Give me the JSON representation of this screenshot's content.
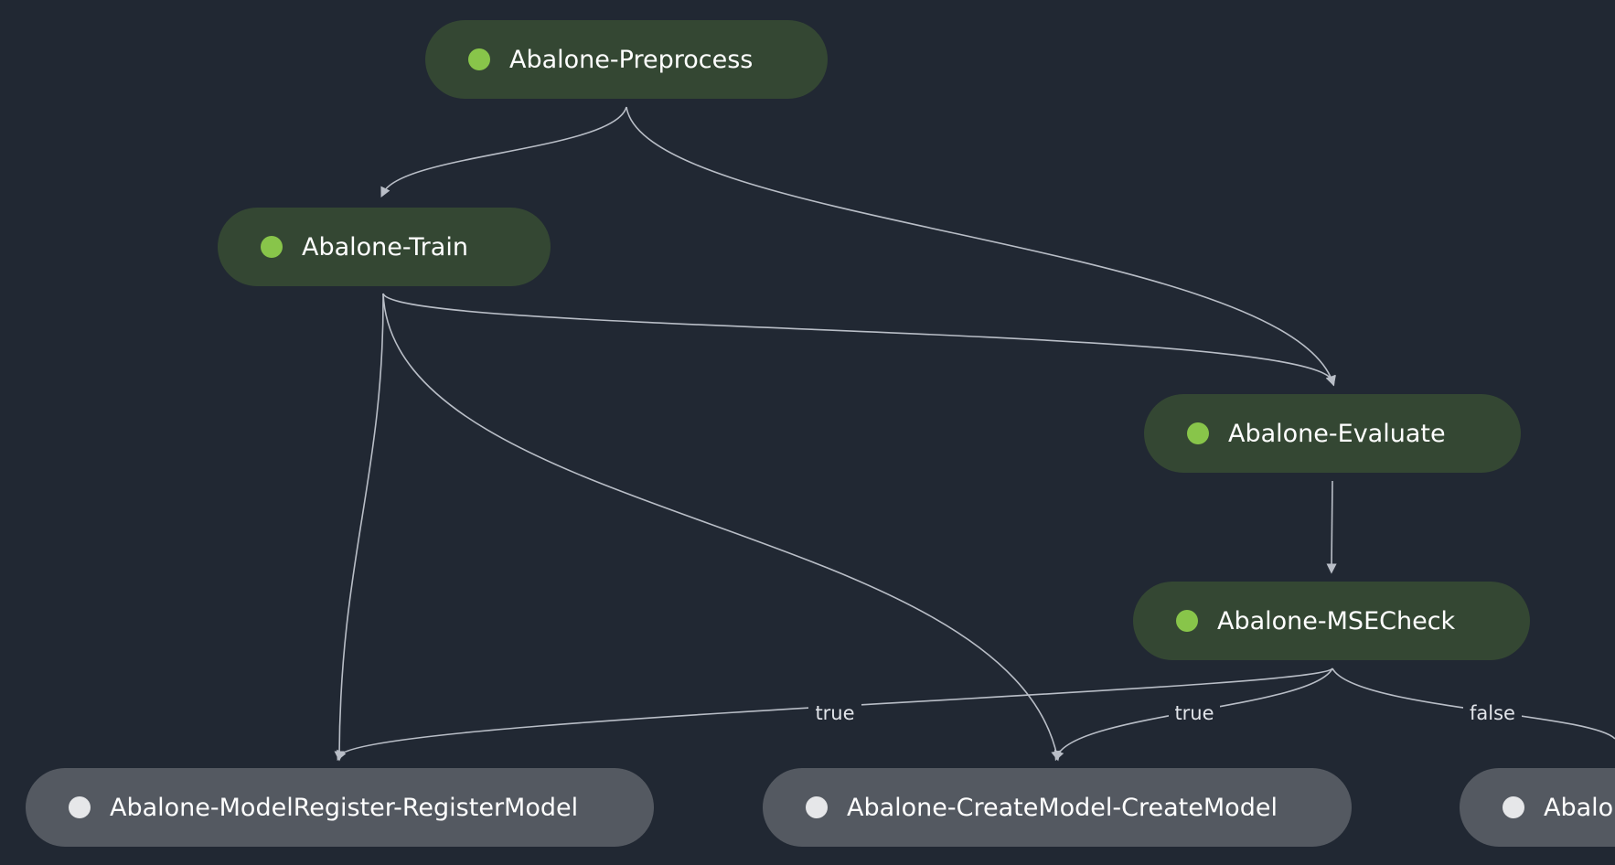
{
  "pipeline": {
    "nodes": [
      {
        "id": "preprocess",
        "label": "Abalone-Preprocess",
        "status": "success"
      },
      {
        "id": "train",
        "label": "Abalone-Train",
        "status": "success"
      },
      {
        "id": "evaluate",
        "label": "Abalone-Evaluate",
        "status": "success"
      },
      {
        "id": "msecheck",
        "label": "Abalone-MSECheck",
        "status": "success"
      },
      {
        "id": "register",
        "label": "Abalone-ModelRegister-RegisterModel",
        "status": "not-started"
      },
      {
        "id": "createmodel",
        "label": "Abalone-CreateModel-CreateModel",
        "status": "not-started"
      },
      {
        "id": "fail",
        "label": "Abalone",
        "status": "not-started"
      }
    ],
    "edge_labels": {
      "true_register": "true",
      "true_createmodel": "true",
      "false_branch": "false"
    }
  },
  "colors": {
    "background": "#212833",
    "node_success": "#344733",
    "node_pending": "#545961",
    "dot_success": "#88c54a",
    "dot_pending": "#e6e7e9",
    "edge": "#b9bec7"
  }
}
